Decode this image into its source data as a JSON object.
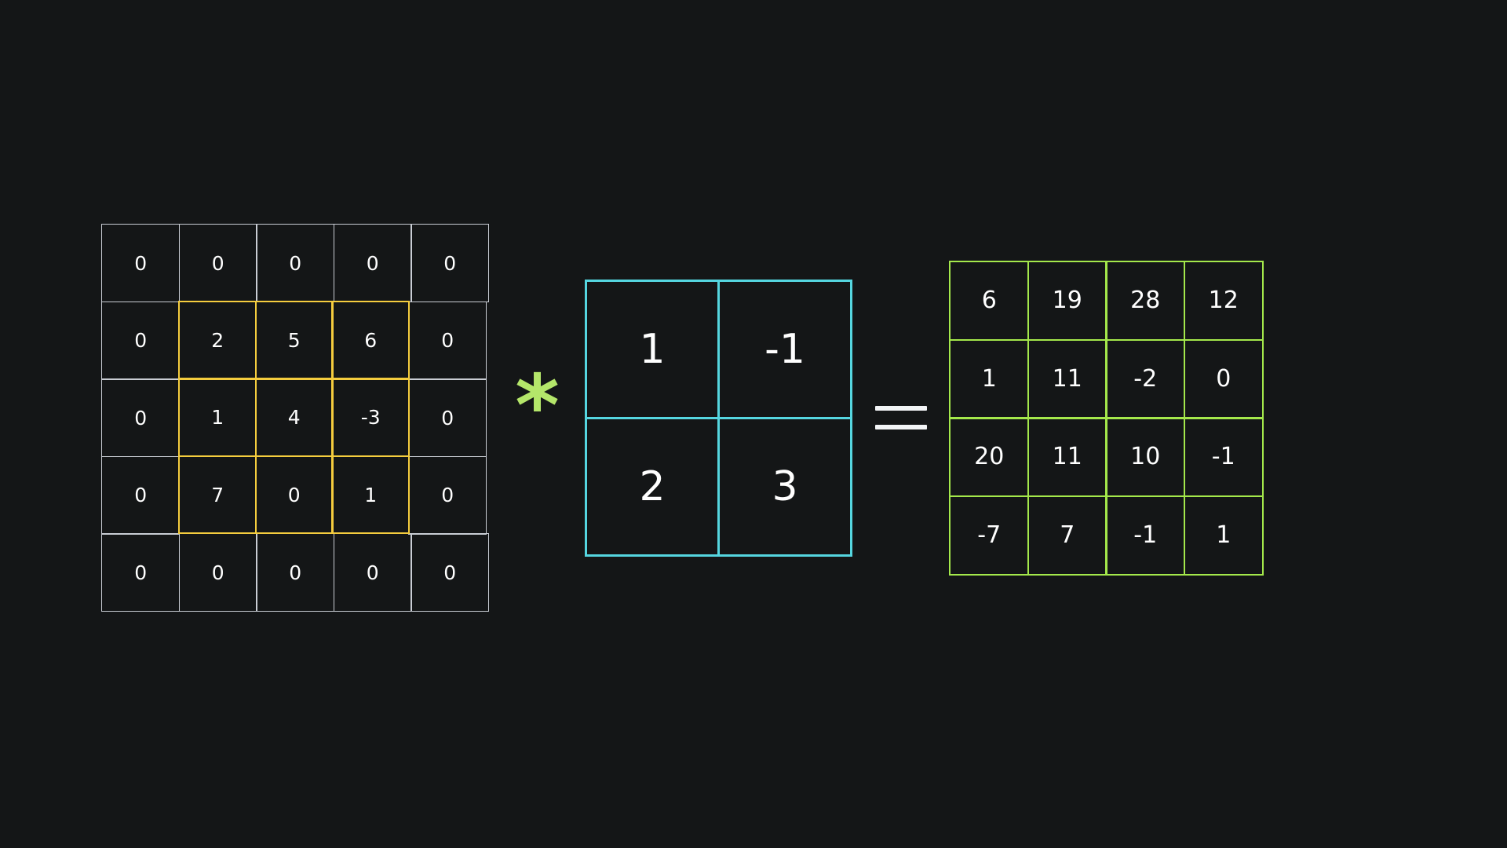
{
  "background_color": "#141617",
  "diagram": {
    "type": "2d-convolution",
    "operator_conv": "*",
    "operator_equals": "=",
    "operator_conv_icon": "asterisk-icon",
    "operator_equals_icon": "equals-icon"
  },
  "colors": {
    "background": "#141617",
    "input_border": "#c9cdd4",
    "highlight_border": "#f5cd3e",
    "kernel_border": "#55d6e0",
    "output_border": "#a4e84b",
    "conv_symbol": "#b4e66a",
    "equals_symbol": "#f2f4f6",
    "text": "#ffffff"
  },
  "input_matrix": {
    "name": "padded-input-matrix",
    "rows": 5,
    "cols": 5,
    "values": [
      [
        "0",
        "0",
        "0",
        "0",
        "0"
      ],
      [
        "0",
        "2",
        "5",
        "6",
        "0"
      ],
      [
        "0",
        "1",
        "4",
        "-3",
        "0"
      ],
      [
        "0",
        "7",
        "0",
        "1",
        "0"
      ],
      [
        "0",
        "0",
        "0",
        "0",
        "0"
      ]
    ],
    "highlight": {
      "row_start": 1,
      "row_end": 3,
      "col_start": 1,
      "col_end": 3
    }
  },
  "kernel_matrix": {
    "name": "convolution-kernel",
    "rows": 2,
    "cols": 2,
    "values": [
      [
        "1",
        "-1"
      ],
      [
        "2",
        "3"
      ]
    ]
  },
  "output_matrix": {
    "name": "convolution-output-matrix",
    "rows": 4,
    "cols": 4,
    "values": [
      [
        "6",
        "19",
        "28",
        "12"
      ],
      [
        "1",
        "11",
        "-2",
        "0"
      ],
      [
        "20",
        "11",
        "10",
        "-1"
      ],
      [
        "-7",
        "7",
        "-1",
        "1"
      ]
    ]
  }
}
